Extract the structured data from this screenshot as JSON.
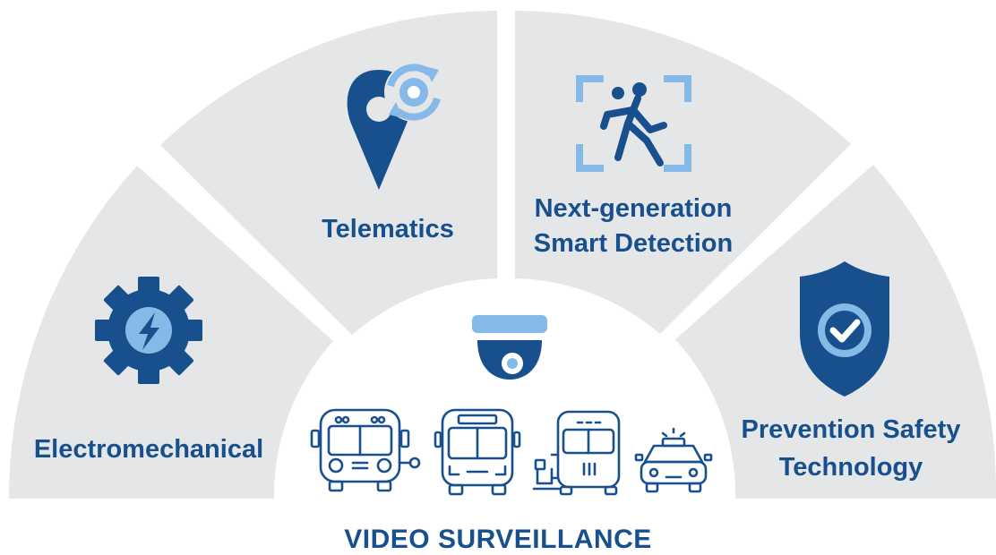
{
  "segments": [
    {
      "label": "Electromechanical",
      "icon": "gear-bolt-icon"
    },
    {
      "label": "Telematics",
      "icon": "location-gear-icon"
    },
    {
      "label_line1": "Next-generation",
      "label_line2": "Smart Detection",
      "icon": "person-detection-icon"
    },
    {
      "label_line1": "Prevention Safety",
      "label_line2": "Technology",
      "icon": "shield-check-icon"
    }
  ],
  "center": {
    "camera_icon": "dome-camera-icon",
    "vehicles": [
      "school-bus-icon",
      "transit-bus-icon",
      "paratransit-bus-icon",
      "police-car-icon"
    ]
  },
  "footer_label": "VIDEO SURVEILLANCE",
  "colors": {
    "dark_blue": "#17508c",
    "light_blue": "#85b9e8",
    "segment_gray": "#e5e6e8"
  }
}
